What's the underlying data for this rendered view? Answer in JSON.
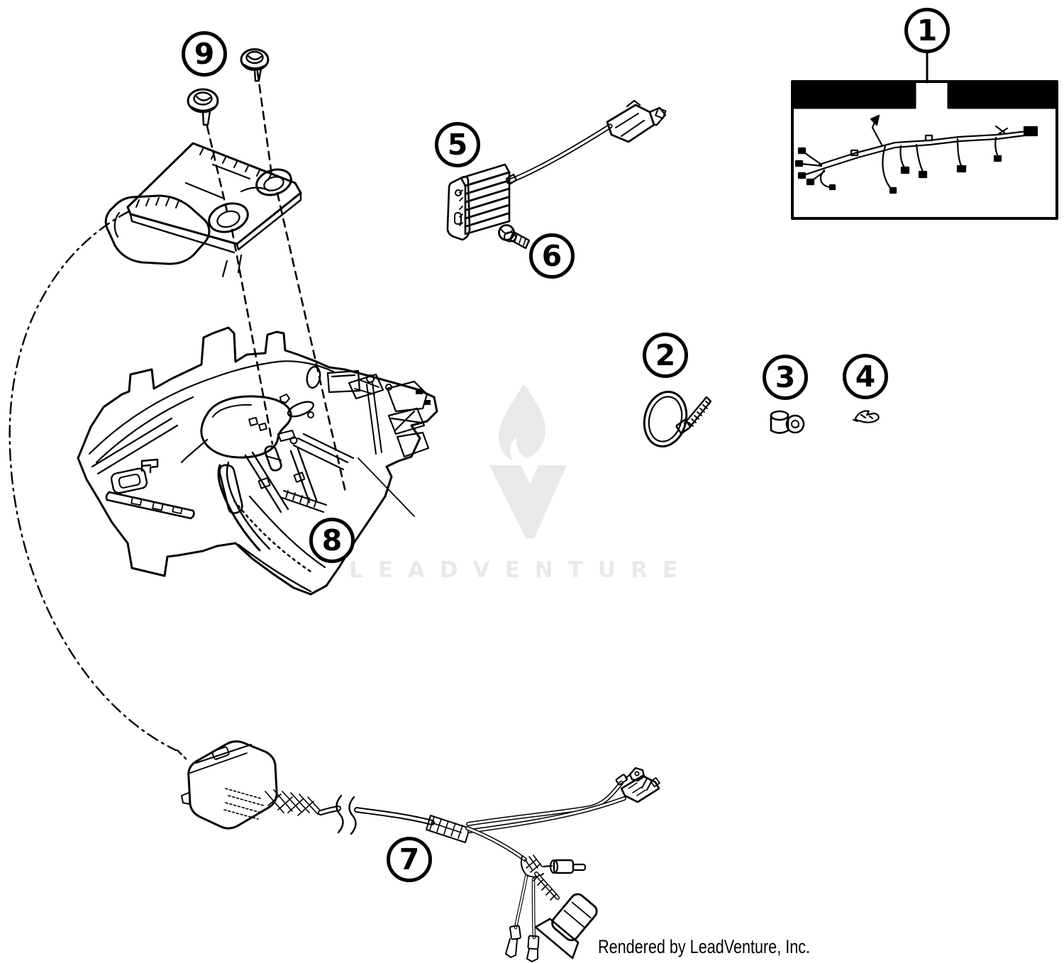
{
  "diagram": {
    "background_color": "#ffffff",
    "line_color": "#000000",
    "watermark": {
      "icon": "leadventure-flame-v-logo",
      "text": "LEADVENTURE",
      "color": "#e9e9e9"
    },
    "footer_credit": "Rendered by LeadVenture, Inc.",
    "callouts": [
      {
        "label": "1"
      },
      {
        "label": "2"
      },
      {
        "label": "3"
      },
      {
        "label": "4"
      },
      {
        "label": "5"
      },
      {
        "label": "6"
      },
      {
        "label": "7"
      },
      {
        "label": "8"
      },
      {
        "label": "9"
      }
    ]
  }
}
